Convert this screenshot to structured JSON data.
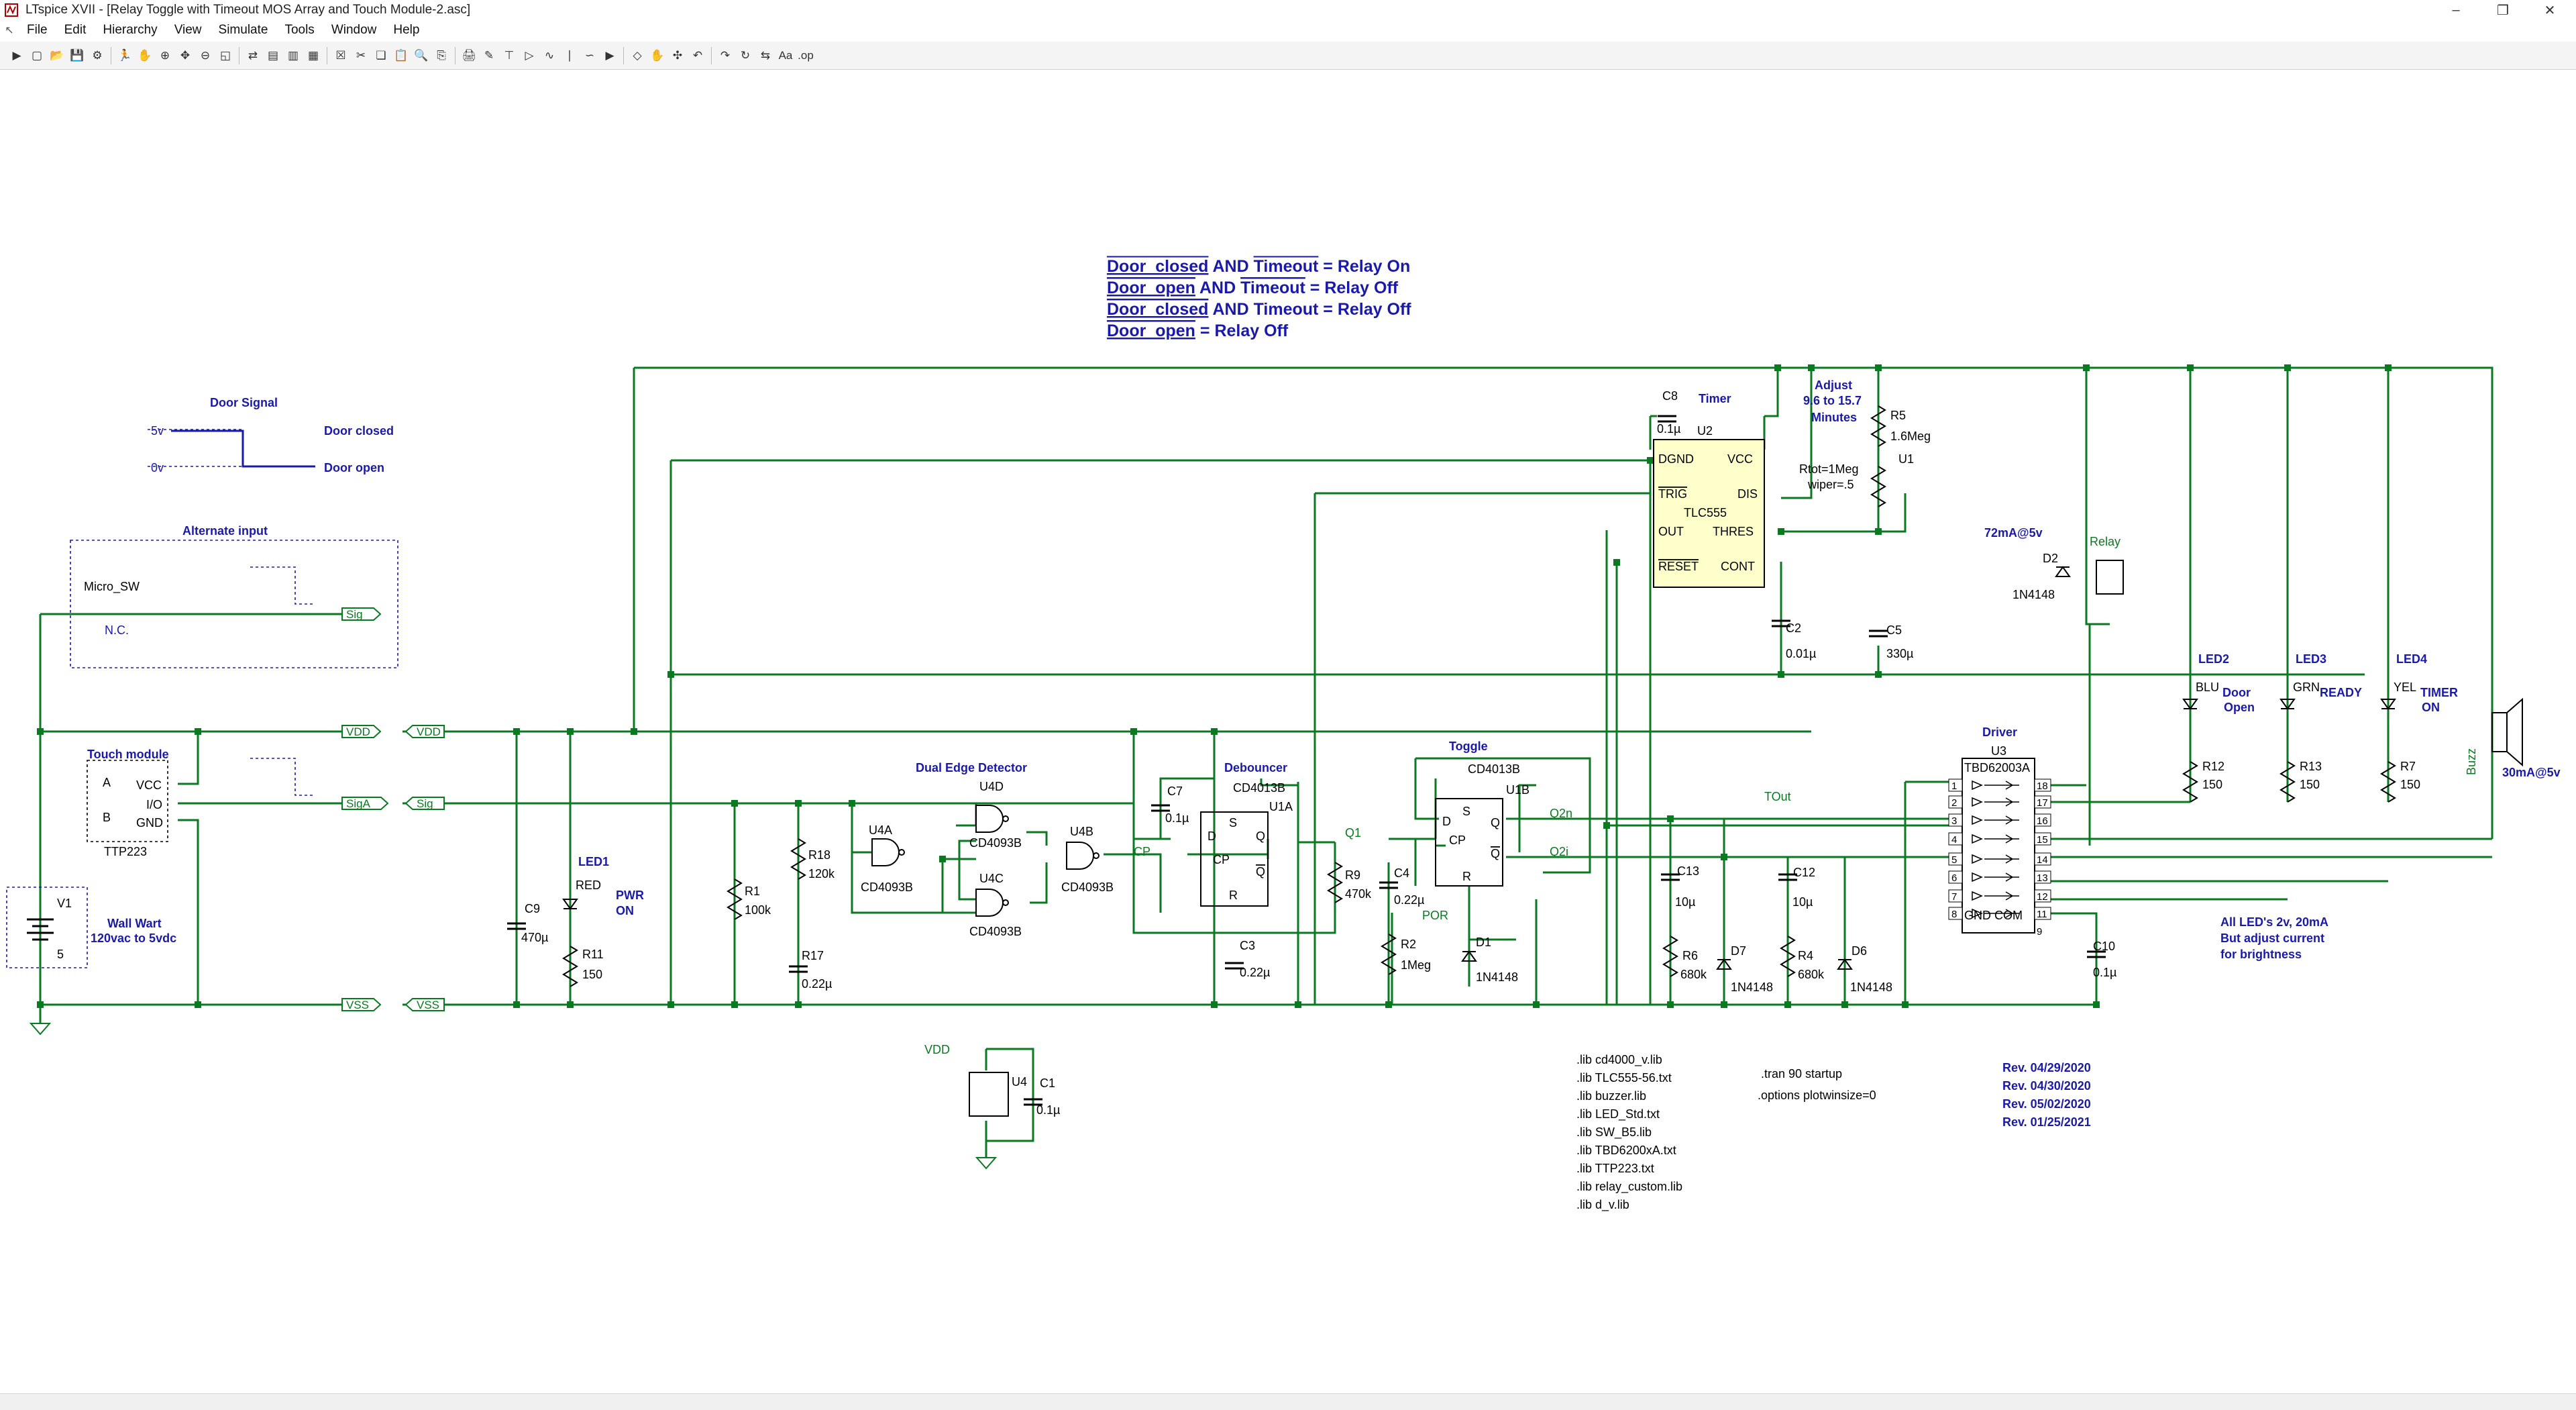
{
  "window": {
    "title": "LTspice XVII - [Relay Toggle with Timeout MOS Array and Touch Module-2.asc]"
  },
  "menu": [
    "File",
    "Edit",
    "Hierarchy",
    "View",
    "Simulate",
    "Tools",
    "Window",
    "Help"
  ],
  "toolbar_icons": [
    "run-icon",
    "new-schematic-icon",
    "open-icon",
    "save-icon",
    "control-panel-icon",
    "run-simulation-icon",
    "halt-icon",
    "zoom-in-icon",
    "pan-icon",
    "zoom-out-icon",
    "zoom-fit-icon",
    "autorange-icon",
    "tile-vertical-icon",
    "tile-horizontal-icon",
    "cascade-icon",
    "close-window-icon",
    "cut-icon",
    "copy-icon",
    "paste-icon",
    "find-icon",
    "print-setup-icon",
    "print-icon",
    "draw-wire-icon",
    "ground-icon",
    "label-net-icon",
    "resistor-icon",
    "capacitor-icon",
    "inductor-icon",
    "diode-icon",
    "component-icon",
    "move-icon",
    "drag-icon",
    "undo-icon",
    "redo-icon",
    "rotate-icon",
    "mirror-icon",
    "text-icon",
    "spice-directive-icon"
  ],
  "colors": {
    "wire": "#0a7a20",
    "label": "#1a1aa8",
    "part": "#000000",
    "accent_green": "#0a7a20"
  },
  "schematic": {
    "logic": {
      "lines": [
        {
          "a": "Door_closed",
          "op1": " AND ",
          "b": "Timeout",
          "rest": " = Relay On",
          "bar_b": true
        },
        {
          "a": "Door_open",
          "op1": " AND ",
          "b": "Timeout",
          "rest": " = Relay Off",
          "bar_b": true
        },
        {
          "a": "Door_closed",
          "op1": " AND ",
          "b": "Timeout",
          "rest": " = Relay Off",
          "bar_b": false
        },
        {
          "a": "Door_open",
          "op1": "",
          "b": "",
          "rest": " = Relay Off",
          "bar_b": false
        }
      ]
    },
    "door_signal": {
      "title": "Door Signal",
      "v5": "5v",
      "v0": "0v",
      "closed": "Door closed",
      "open": "Door open"
    },
    "alternate": {
      "title": "Alternate input",
      "sw": "Micro_SW",
      "nc": "N.C.",
      "sig": "Sig"
    },
    "touch": {
      "title": "Touch module",
      "vcc": "VCC",
      "io": "I/O",
      "gnd": "GND",
      "a": "A",
      "b": "B",
      "part": "TTP223",
      "vdd": "VDD",
      "siga": "SigA",
      "vss": "VSS"
    },
    "supply": {
      "v1": "V1",
      "v1val": "5",
      "wall1": "Wall Wart",
      "wall2": "120vac to 5vdc",
      "vdd": "VDD",
      "sig": "Sig",
      "vss": "VSS"
    },
    "c9": {
      "name": "C9",
      "val": "470µ"
    },
    "led1": {
      "name": "LED1",
      "color": "RED",
      "t1": "PWR",
      "t2": "ON",
      "r": "R11",
      "rval": "150"
    },
    "r1": {
      "name": "R1",
      "val": "100k"
    },
    "r18": {
      "name": "R18",
      "val": "120k"
    },
    "r17": {
      "name": "R17",
      "val": "0.22µ"
    },
    "dual_edge": {
      "title": "Dual Edge Detector",
      "u4a": "U4A",
      "u4d": "U4D",
      "u4c": "U4C",
      "u4b": "U4B",
      "part": "CD4093B",
      "cp": "CP"
    },
    "debouncer": {
      "title": "Debouncer",
      "c7": "C7",
      "c7v": "0.1µ",
      "part": "CD4013B",
      "u1a": "U1A",
      "c3": "C3",
      "c3v": "0.22µ",
      "q1": "Q1"
    },
    "r9": {
      "name": "R9",
      "val": "470k"
    },
    "c4": {
      "name": "C4",
      "val": "0.22µ"
    },
    "r2": {
      "name": "R2",
      "val": "1Meg",
      "por": "POR"
    },
    "toggle": {
      "title": "Toggle",
      "part": "CD4013B",
      "u1b": "U1B",
      "d1": "D1",
      "d1v": "1N4148",
      "q2n": "Q2n",
      "q2i": "Q2i"
    },
    "timer": {
      "title": "Timer",
      "c8": "C8",
      "c8v": "0.1µ",
      "u2": "U2",
      "part": "TLC555",
      "pins": {
        "dgnd": "DGND",
        "vcc": "VCC",
        "trig": "TRIG",
        "dis": "DIS",
        "out": "OUT",
        "thres": "THRES",
        "reset": "RESET",
        "cont": "CONT"
      },
      "c2": "C2",
      "c2v": "0.01µ",
      "tout": "TOut"
    },
    "adjust": {
      "l1": "Adjust",
      "l2": "9.6 to 15.7",
      "l3": "Minutes",
      "r5": "R5",
      "r5v": "1.6Meg",
      "rtot": "Rtot=1Meg",
      "wiper": "wiper=.5",
      "u1": "U1",
      "c5": "C5",
      "c5v": "330µ"
    },
    "relay": {
      "cur": "72mA@5v",
      "name": "Relay",
      "d2": "D2",
      "d2v": "1N4148"
    },
    "c13": {
      "name": "C13",
      "val": "10µ"
    },
    "c12": {
      "name": "C12",
      "val": "10µ"
    },
    "r6": {
      "name": "R6",
      "val": "680k"
    },
    "r4": {
      "name": "R4",
      "val": "680k"
    },
    "d7": {
      "name": "D7",
      "val": "1N4148"
    },
    "d6": {
      "name": "D6",
      "val": "1N4148"
    },
    "driver": {
      "title": "Driver",
      "u3": "U3",
      "part": "TBD62003A",
      "bottom": "GND COM"
    },
    "c10": {
      "name": "C10",
      "val": "0.1µ"
    },
    "leds": [
      {
        "name": "LED2",
        "color": "BLU",
        "t1": "Door",
        "t2": "Open",
        "r": "R12",
        "rv": "150"
      },
      {
        "name": "LED3",
        "color": "GRN",
        "t1": "READY",
        "t2": "",
        "r": "R13",
        "rv": "150"
      },
      {
        "name": "LED4",
        "color": "YEL",
        "t1": "TIMER",
        "t2": "ON",
        "r": "R7",
        "rv": "150"
      }
    ],
    "buzz": {
      "name": "Buzz",
      "cur": "30mA@5v"
    },
    "led_note": [
      "All LED's 2v, 20mA",
      "But adjust current",
      "for brightness"
    ],
    "u4pwr": {
      "vdd": "VDD",
      "u4": "U4",
      "c1": "C1",
      "c1v": "0.1µ"
    },
    "libs": [
      ".lib cd4000_v.lib",
      ".lib TLC555-56.txt",
      ".lib buzzer.lib",
      ".lib LED_Std.txt",
      ".lib SW_B5.lib",
      ".lib TBD6200xA.txt",
      ".lib TTP223.txt",
      ".lib relay_custom.lib",
      ".lib d_v.lib"
    ],
    "tran": ".tran 90 startup",
    "options": ".options plotwinsize=0",
    "revs": [
      "Rev. 04/29/2020",
      "Rev. 04/30/2020",
      "Rev. 05/02/2020",
      "Rev. 01/25/2021"
    ]
  }
}
